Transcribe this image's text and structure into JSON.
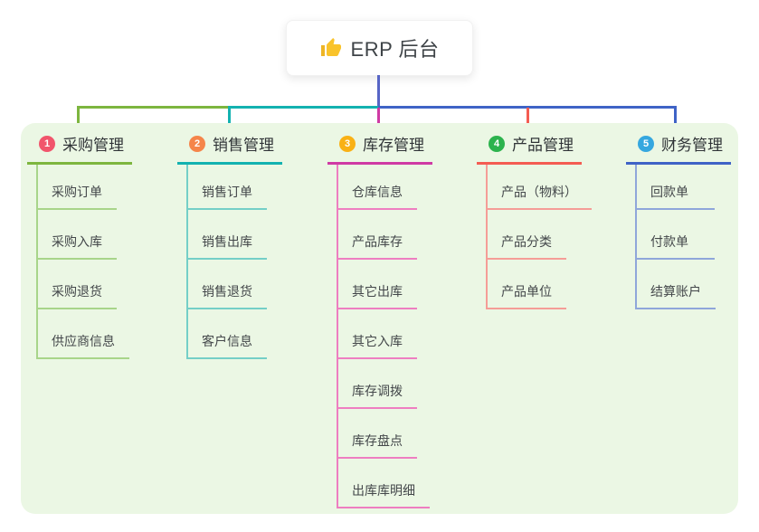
{
  "root": {
    "label": "ERP 后台",
    "icon": "thumbs-up"
  },
  "branches": [
    {
      "badge": "1",
      "title": "采购管理",
      "badge_color": "#f1556c",
      "line_color": "#7db63f",
      "light_color": "#a8d58a",
      "items": [
        "采购订单",
        "采购入库",
        "采购退货",
        "供应商信息"
      ]
    },
    {
      "badge": "2",
      "title": "销售管理",
      "badge_color": "#f5854a",
      "line_color": "#13b2b0",
      "light_color": "#74cfc7",
      "items": [
        "销售订单",
        "销售出库",
        "销售退货",
        "客户信息"
      ]
    },
    {
      "badge": "3",
      "title": "库存管理",
      "badge_color": "#f9b115",
      "line_color": "#cf3aa4",
      "light_color": "#ee7ec1",
      "items": [
        "仓库信息",
        "产品库存",
        "其它出库",
        "其它入库",
        "库存调拨",
        "库存盘点",
        "出库库明细"
      ]
    },
    {
      "badge": "4",
      "title": "产品管理",
      "badge_color": "#2cb34d",
      "line_color": "#f45c52",
      "light_color": "#f59d97",
      "items": [
        "产品（物料）",
        "产品分类",
        "产品单位"
      ]
    },
    {
      "badge": "5",
      "title": "财务管理",
      "badge_color": "#35a7df",
      "line_color": "#3f63c6",
      "light_color": "#8fa6da",
      "items": [
        "回款单",
        "付款单",
        "结算账户"
      ]
    }
  ],
  "colors": {
    "root_line": "#5765c6",
    "panel_bg": "#ebf7e4",
    "card_bg": "#ffffff",
    "title_text": "#303437",
    "item_text": "#43474a",
    "root_text": "#3e4347",
    "thumb": "#f7c325"
  }
}
